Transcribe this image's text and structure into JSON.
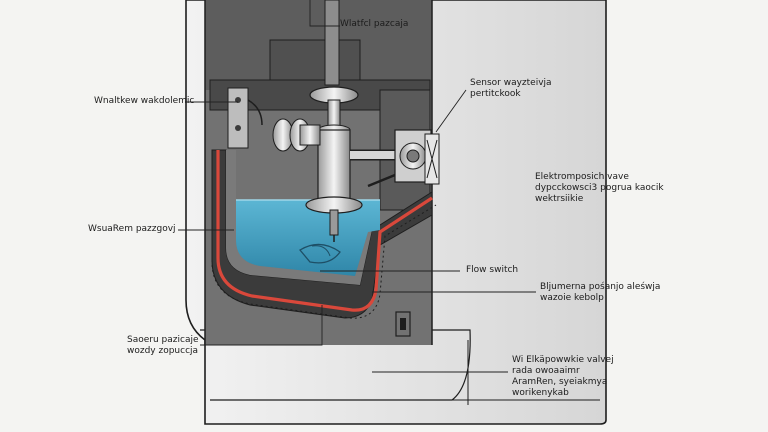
{
  "labels": {
    "water_intake": [
      "Wlatfcl pazcaja"
    ],
    "sensor": [
      "Sensor wayzteivja",
      "pertitckook"
    ],
    "heating_element": [
      "Wnaltkew wakdolemic"
    ],
    "electromagnetic_valve": [
      "Elektromposich vave",
      "dypcckowsci3 pogrua kaocik",
      "wektrsiikie"
    ],
    "water_container": [
      "WsuaRem pazzgovj"
    ],
    "flow_switch": [
      "Flow switch"
    ],
    "heating_plate": [
      "Bljumerna pośanjo aleśwja",
      "wazoie kebolp"
    ],
    "water_level_sensor": [
      "Saoeru pazicaje",
      "wozdy zopuccja"
    ],
    "outlet_valve": [
      "Wi Elkäpowwkie valvej",
      "rada owoaaimr",
      "AramRen, syeiakmya",
      "worikenykab"
    ]
  },
  "colors": {
    "water": "#4fa8c8",
    "heater": "#d9483b",
    "casing": "#e2e2e2",
    "interior": "#6e6e6e",
    "leader": "#222222"
  }
}
